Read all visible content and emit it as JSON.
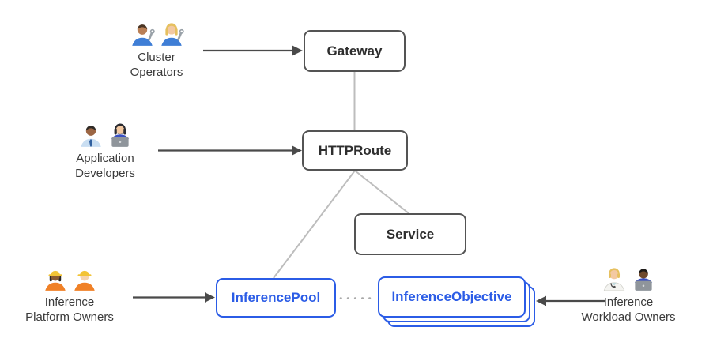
{
  "nodes": {
    "gateway": {
      "label": "Gateway"
    },
    "httproute": {
      "label": "HTTPRoute"
    },
    "service": {
      "label": "Service"
    },
    "inference_pool": {
      "label": "InferencePool"
    },
    "inference_objective": {
      "label": "InferenceObjective",
      "stack_count": 3
    }
  },
  "actors": {
    "cluster_operators": {
      "line1": "Cluster",
      "line2": "Operators",
      "icons": [
        "man-mechanic-icon",
        "woman-mechanic-icon"
      ]
    },
    "application_developers": {
      "line1": "Application",
      "line2": "Developers",
      "icons": [
        "man-office-worker-icon",
        "woman-technologist-icon"
      ]
    },
    "inference_platform_owners": {
      "line1": "Inference",
      "line2": "Platform Owners",
      "icons": [
        "woman-construction-worker-icon",
        "man-construction-worker-icon"
      ]
    },
    "inference_workload_owners": {
      "line1": "Inference",
      "line2": "Workload Owners",
      "icons": [
        "health-worker-icon",
        "man-technologist-icon"
      ]
    }
  },
  "edges": [
    {
      "from": "cluster_operators",
      "to": "gateway",
      "style": "solid-arrow-dark"
    },
    {
      "from": "application_developers",
      "to": "httproute",
      "style": "solid-arrow-dark"
    },
    {
      "from": "inference_platform_owners",
      "to": "inference_pool",
      "style": "solid-arrow-dark"
    },
    {
      "from": "inference_workload_owners",
      "to": "inference_objective",
      "style": "solid-arrow-dark"
    },
    {
      "from": "gateway",
      "to": "httproute",
      "style": "plain-line-light"
    },
    {
      "from": "httproute",
      "to": "service",
      "style": "plain-line-light"
    },
    {
      "from": "httproute",
      "to": "inference_pool",
      "style": "plain-line-light"
    },
    {
      "from": "inference_pool",
      "to": "inference_objective",
      "style": "dotted-line"
    }
  ],
  "colors": {
    "node_border_dark": "#545454",
    "node_text_dark": "#2e2e2e",
    "node_blue": "#2b5ce6",
    "arrow": "#4a4a4a",
    "connector_light": "#bdbdbd",
    "dotted_connector": "#a9a9a9",
    "actor_label_text": "#3b3b3b",
    "background": "#ffffff"
  }
}
